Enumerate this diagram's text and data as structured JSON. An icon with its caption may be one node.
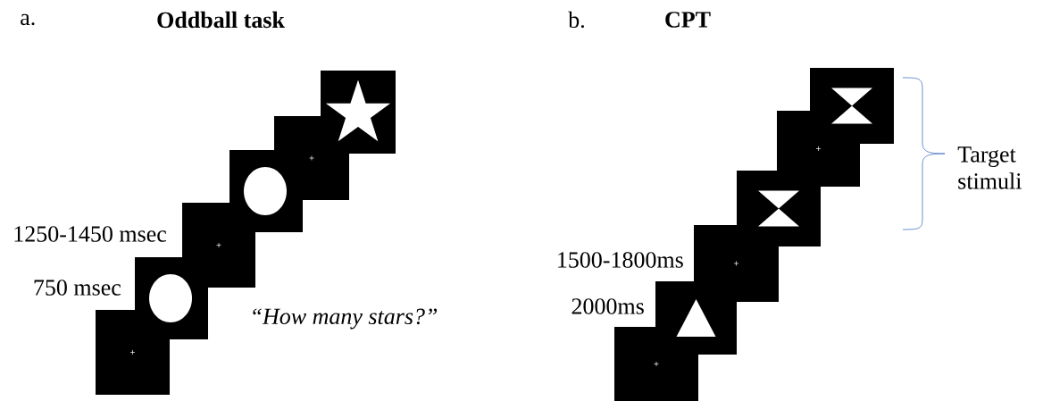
{
  "diagram": {
    "nodes": [
      {
        "text": [],
        "shape": "box"
      },
      {
        "text": [],
        "shape": "box",
        "beside": [
          "750 msec"
        ]
      },
      {
        "text": [],
        "shape": "box",
        "beside": [
          "1250-1450 msec"
        ]
      },
      {
        "text": [],
        "shape": "box"
      },
      {
        "text": [],
        "shape": "box"
      },
      {
        "text": [],
        "shape": "box"
      },
      {
        "text": [],
        "shape": "box"
      },
      {
        "text": [],
        "shape": "box",
        "beside": [
          "2000ms"
        ]
      },
      {
        "text": [],
        "shape": "box",
        "beside": [
          "1500-1800ms"
        ]
      },
      {
        "text": [],
        "shape": "box"
      },
      {
        "text": [],
        "shape": "box"
      },
      {
        "text": [],
        "shape": "box"
      }
    ],
    "labels": [
      "a.",
      "Oddball task",
      "b.",
      "CPT",
      "Target stimuli",
      "“How many stars?”"
    ]
  }
}
